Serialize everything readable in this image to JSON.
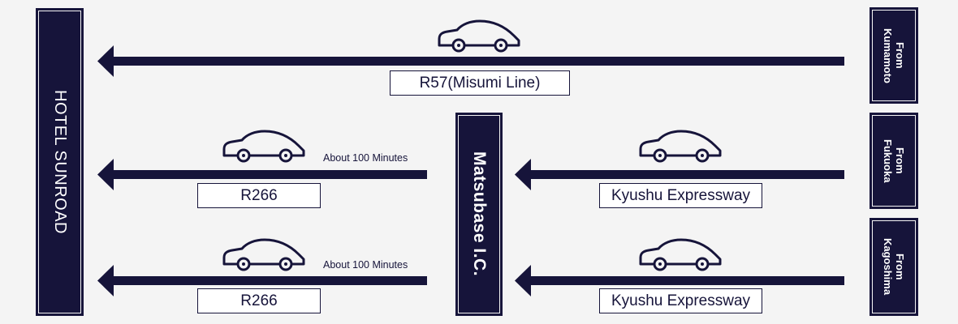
{
  "hotel": {
    "label": "HOTEL SUNROAD"
  },
  "interchange": {
    "label": "Matsubase I.C."
  },
  "origins": [
    {
      "label": "From\nKumamoto"
    },
    {
      "label": "From\nFukuoka"
    },
    {
      "label": "From\nKagoshima"
    }
  ],
  "routes": {
    "top": {
      "label": "R57(Misumi Line)"
    },
    "middle_left": {
      "label": "R266",
      "duration": "About 100 Minutes"
    },
    "middle_right": {
      "label": "Kyushu Expressway"
    },
    "bottom_left": {
      "label": "R266",
      "duration": "About 100 Minutes"
    },
    "bottom_right": {
      "label": "Kyushu Expressway"
    }
  },
  "colors": {
    "navy": "#16143a",
    "background": "#f4f4f4",
    "label_background": "#ffffff"
  },
  "icons": {
    "vehicle": "car-icon"
  }
}
